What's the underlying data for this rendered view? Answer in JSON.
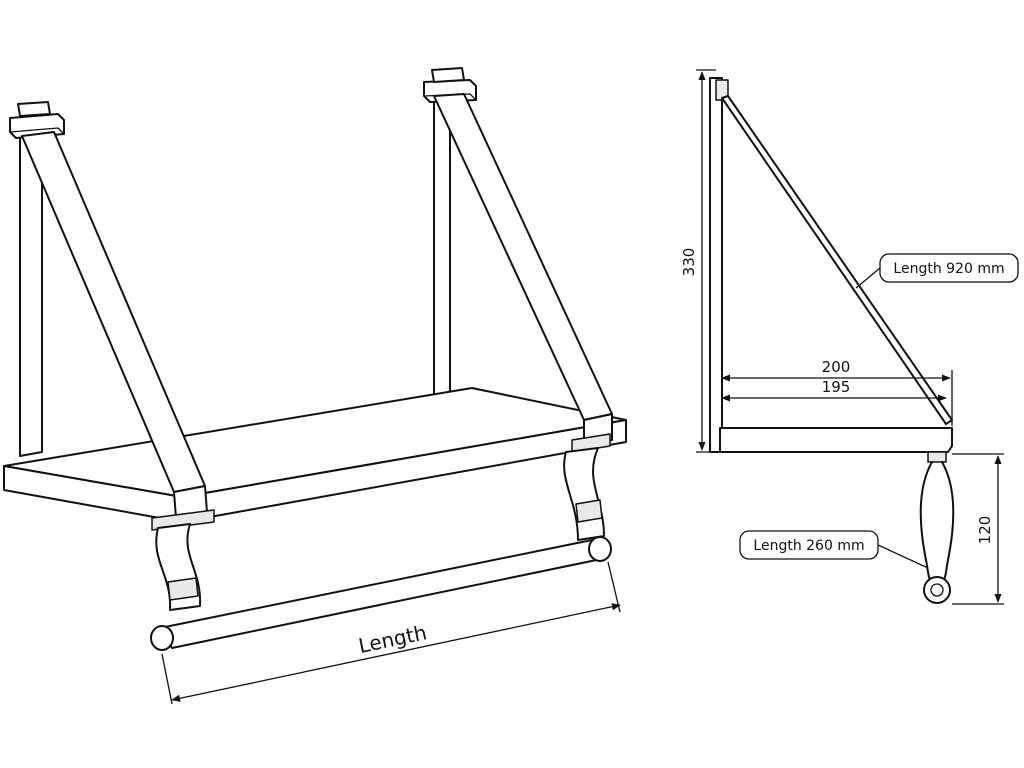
{
  "perspective_view": {
    "length_label": "Length"
  },
  "side_view": {
    "height_label": "330",
    "outer_depth_label": "200",
    "inner_depth_label": "195",
    "strap_callout": "Length 920 mm",
    "loop_callout": "Length 260 mm",
    "loop_height_label": "120"
  },
  "colors": {
    "line": "#111111",
    "background": "#ffffff"
  }
}
